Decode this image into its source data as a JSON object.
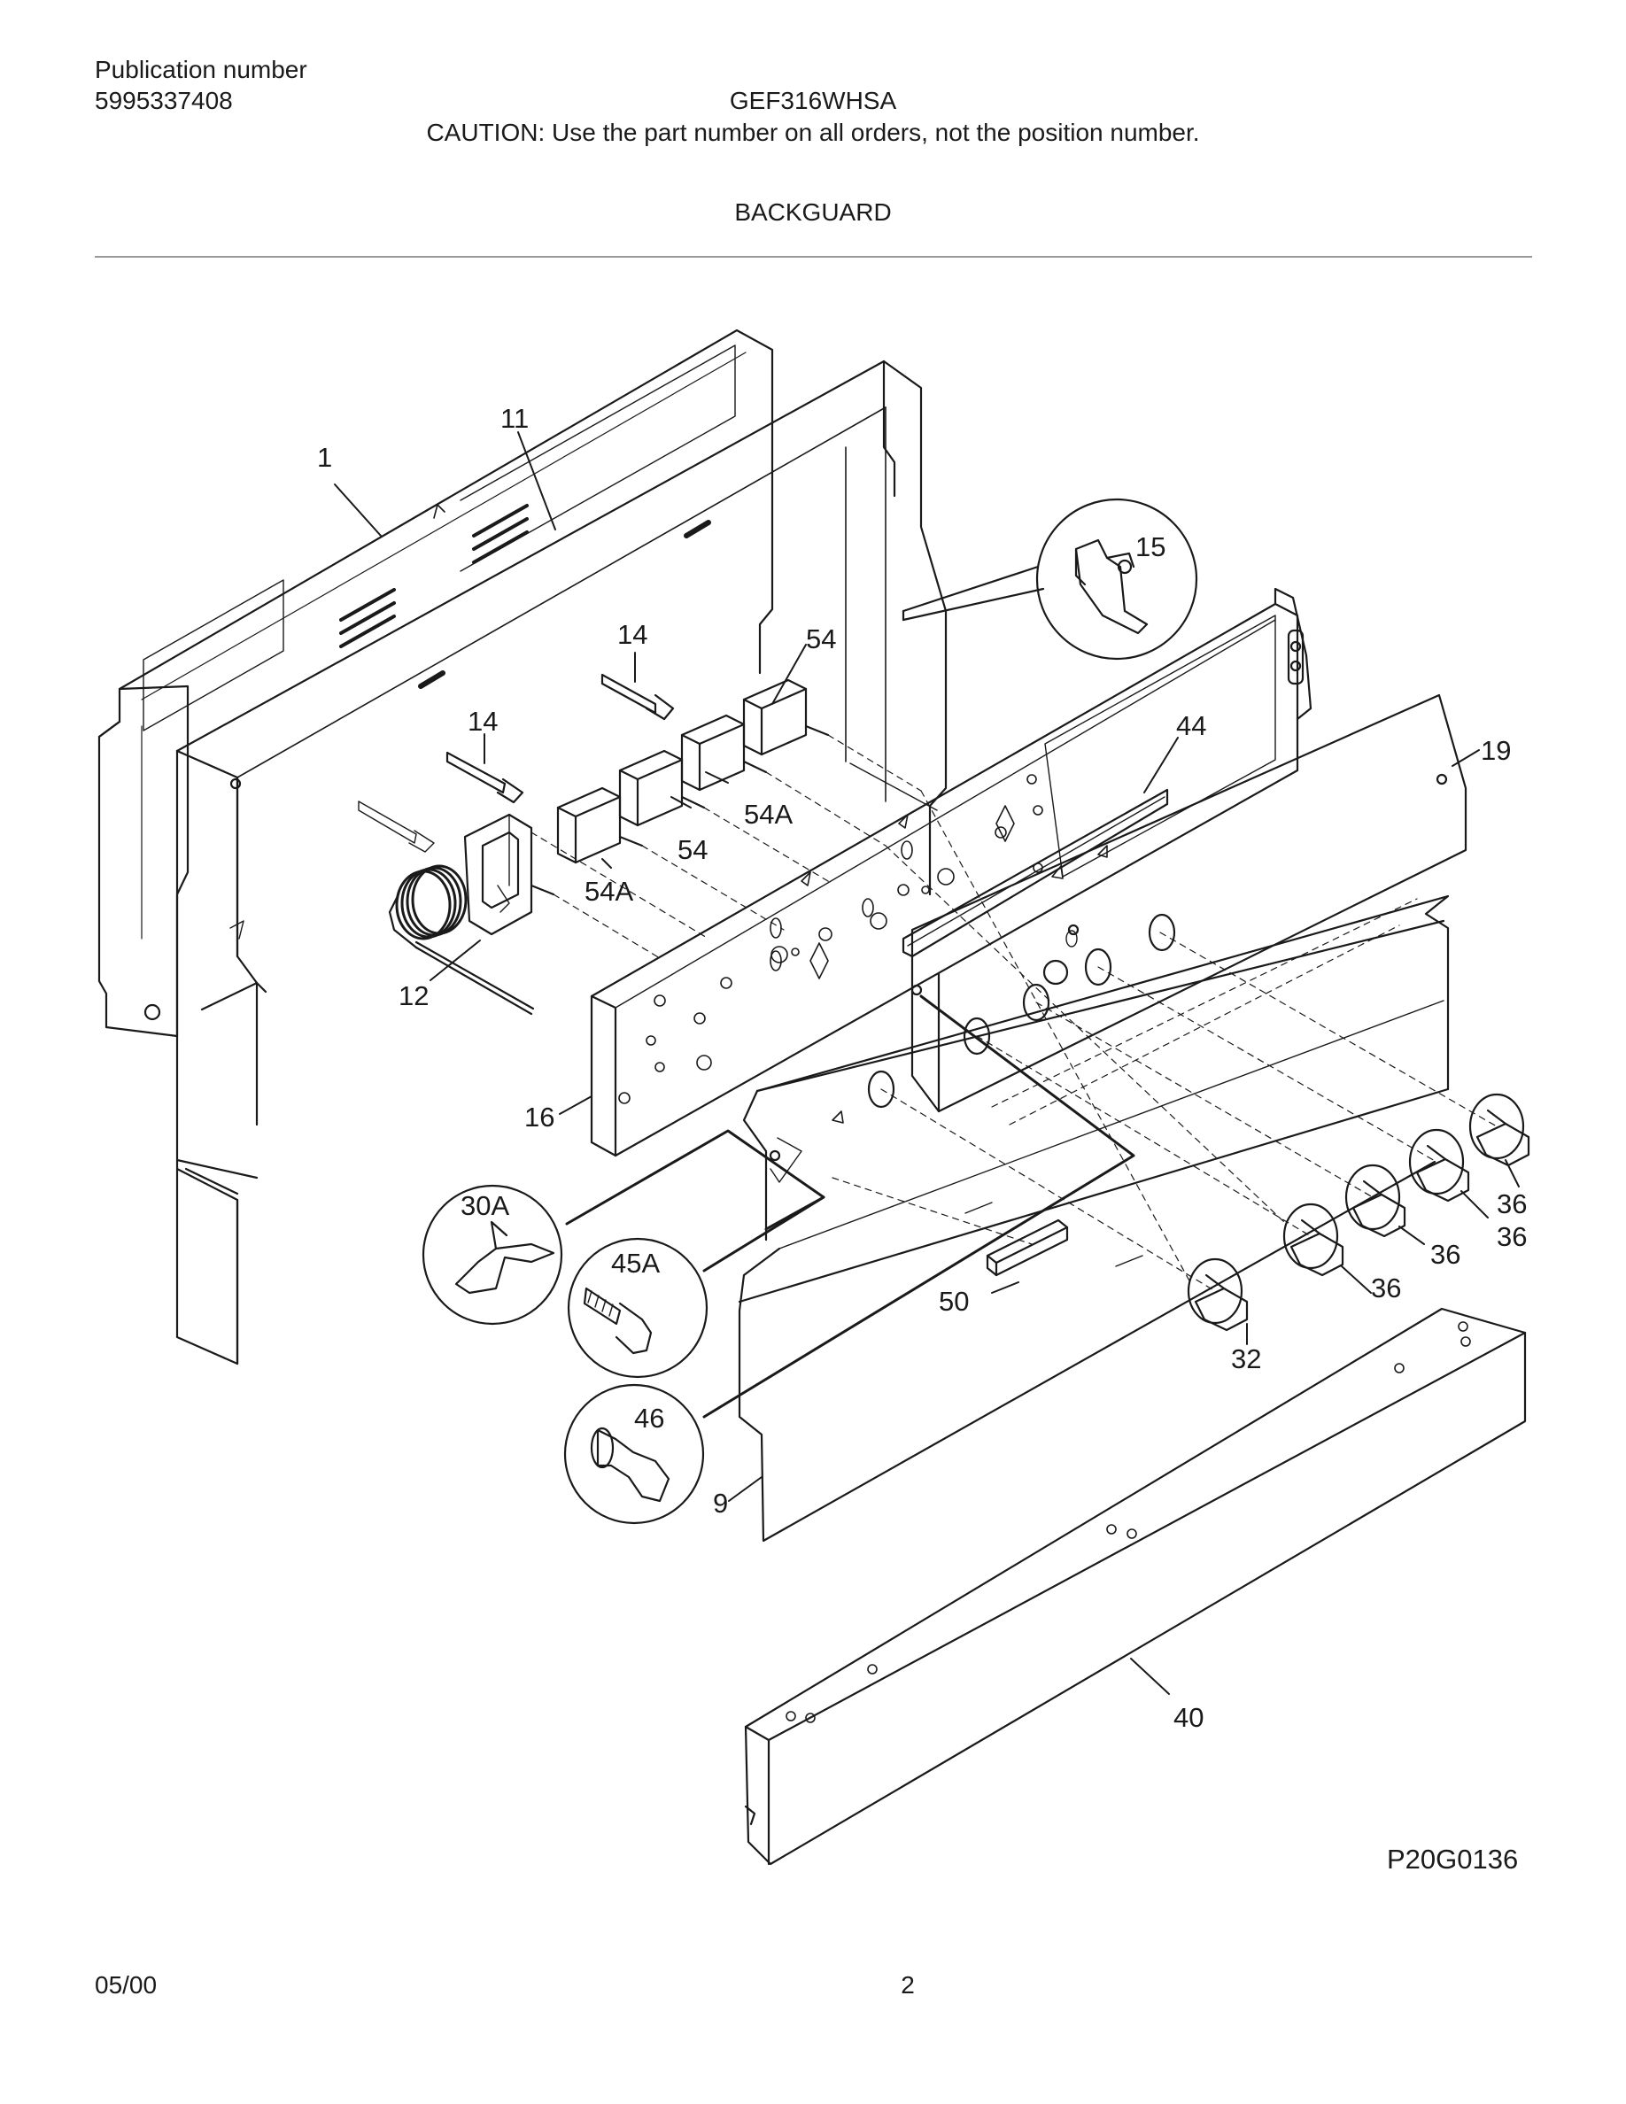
{
  "header": {
    "publication_label": "Publication number",
    "publication_number": "5995337408",
    "model": "GEF316WHSA",
    "caution": "CAUTION:  Use the part number on all orders, not the position number.",
    "section": "BACKGUARD"
  },
  "callouts": {
    "c1": "1",
    "c11": "11",
    "c14a": "14",
    "c14b": "14",
    "c15": "15",
    "c54a": "54",
    "c54b": "54",
    "c54Aa": "54A",
    "c54Ab": "54A",
    "c44": "44",
    "c19": "19",
    "c12": "12",
    "c16": "16",
    "c30A": "30A",
    "c45A": "45A",
    "c46": "46",
    "c50": "50",
    "c9": "9",
    "c32": "32",
    "c36a": "36",
    "c36b": "36",
    "c36c": "36",
    "c36d": "36",
    "c40": "40"
  },
  "figure_code": "P20G0136",
  "footer": {
    "date": "05/00",
    "page": "2"
  }
}
